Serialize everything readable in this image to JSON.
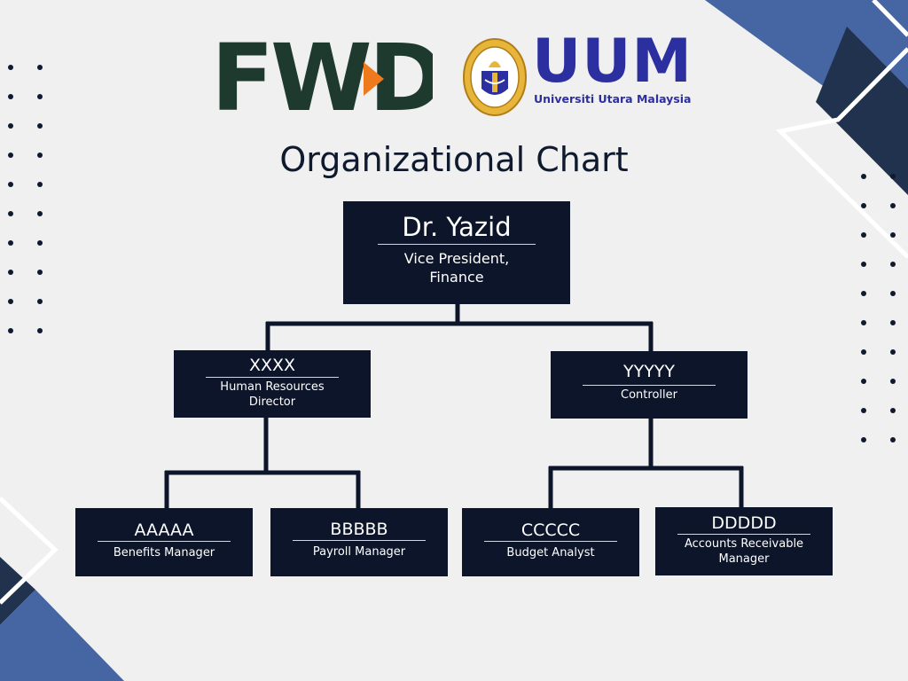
{
  "logos": {
    "fwd": {
      "wordmark": "FWD"
    },
    "uum": {
      "mark": "UUM",
      "subtitle": "Universiti Utara Malaysia"
    }
  },
  "title": "Organizational Chart",
  "nodes": {
    "vp": {
      "name": "Dr. Yazid",
      "role": "Vice President,\nFinance"
    },
    "hr": {
      "name": "XXXX",
      "role": "Human Resources\nDirector"
    },
    "controller": {
      "name": "YYYYY",
      "role": "Controller"
    },
    "benefits": {
      "name": "AAAAA",
      "role": "Benefits Manager"
    },
    "payroll": {
      "name": "BBBBB",
      "role": "Payroll Manager"
    },
    "budget": {
      "name": "CCCCC",
      "role": "Budget Analyst"
    },
    "ar": {
      "name": "DDDDD",
      "role": "Accounts Receivable\nManager"
    }
  },
  "colors": {
    "box": "#0c1529",
    "connector": "#0c1529",
    "accent_orange": "#ee7a1d",
    "fwd_green": "#1e3a2e",
    "uum_blue": "#2c2fa0",
    "deco_navy": "#21324f",
    "deco_blue": "#4566a3"
  }
}
